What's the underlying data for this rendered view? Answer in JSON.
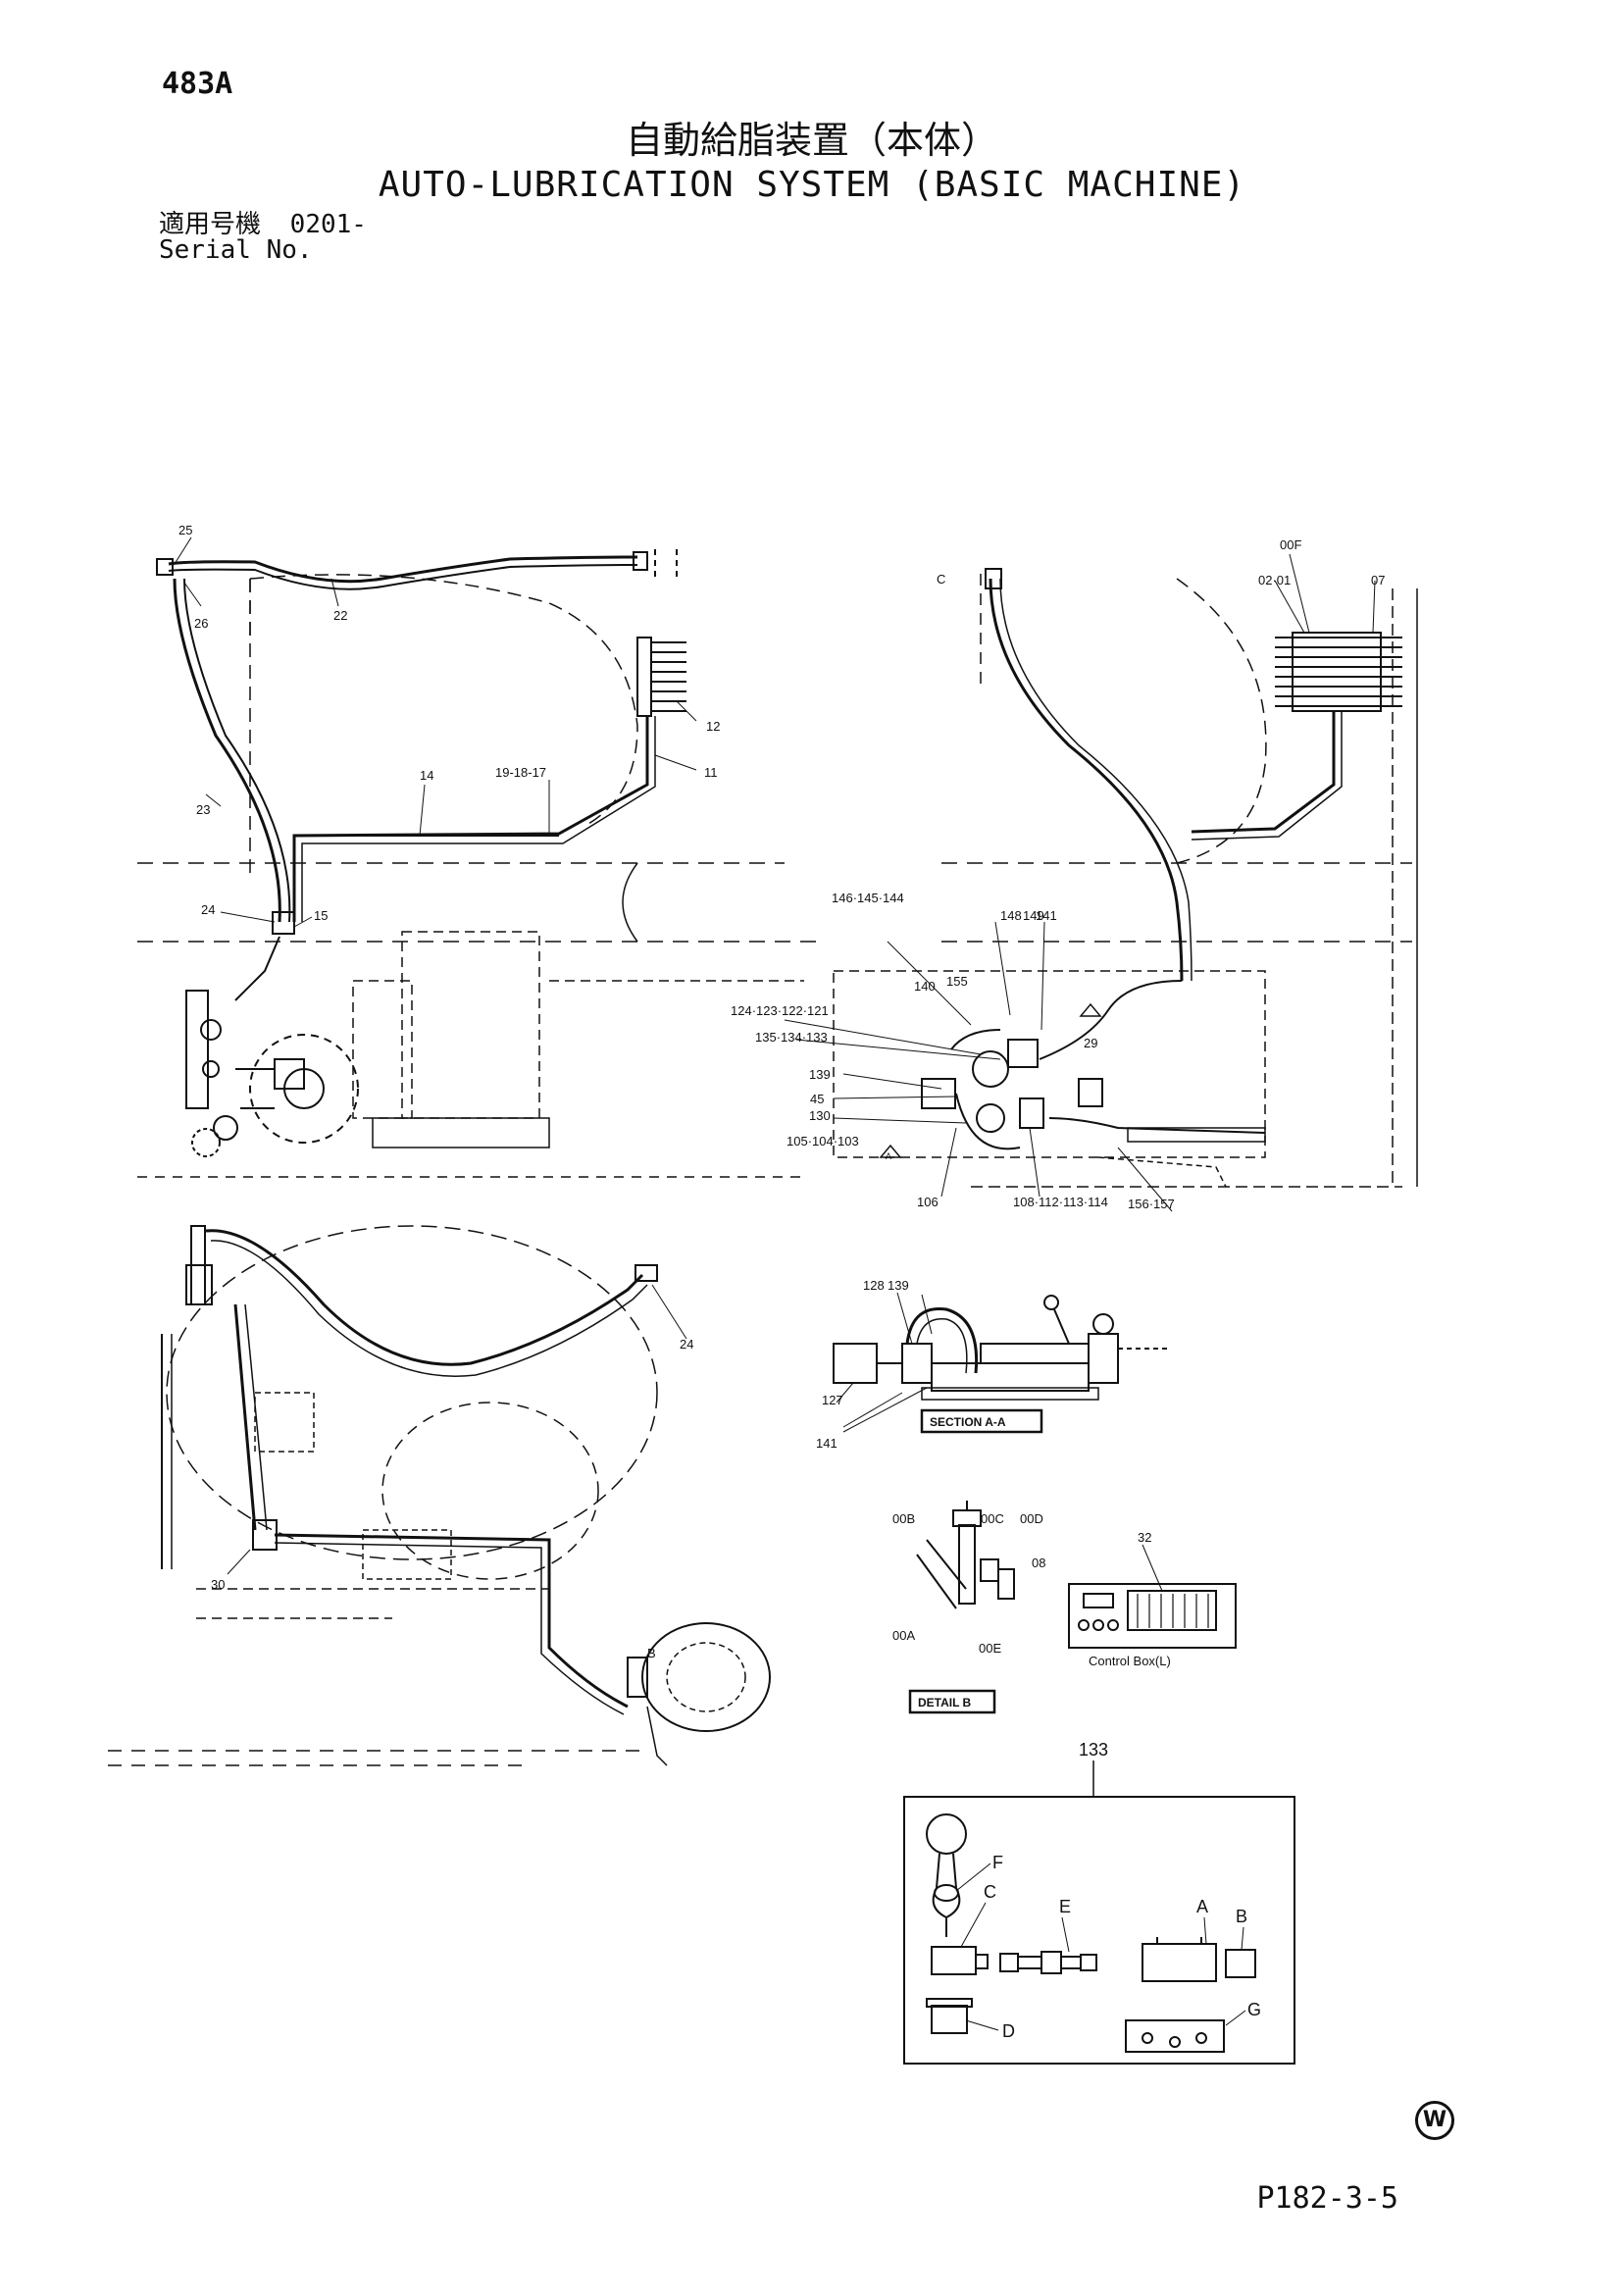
{
  "header": {
    "page_id": "483A",
    "title_jp": "自動給脂装置（本体）",
    "title_en": "AUTO-LUBRICATION SYSTEM (BASIC MACHINE)",
    "serial_label_jp": "適用号機",
    "serial_value": "0201-",
    "serial_label_en": "Serial No."
  },
  "footer": {
    "page_number": "P182-3-5",
    "watermark_symbol": "W"
  },
  "views": {
    "top_left": {
      "labels": [
        "25",
        "26",
        "22",
        "12",
        "11",
        "14",
        "19-18-17",
        "23",
        "24",
        "15"
      ]
    },
    "top_right": {
      "labels": [
        "C",
        "00F",
        "02·01",
        "07",
        "146·145·144",
        "148",
        "149",
        "141",
        "140",
        "155",
        "124·123·122·121",
        "135·134·133",
        "29",
        "139",
        "45",
        "130",
        "105·104·103",
        "106",
        "108·112·113·114",
        "156·157",
        "A"
      ]
    },
    "bottom_left": {
      "labels": [
        "24",
        "30",
        "B"
      ]
    },
    "section_aa": {
      "labels": [
        "128",
        "139",
        "127",
        "141"
      ],
      "caption": "SECTION A-A"
    },
    "detail_b": {
      "labels": [
        "00B",
        "00C",
        "00D",
        "08",
        "00A",
        "00E"
      ],
      "caption": "DETAIL B"
    },
    "control_box": {
      "labels": [
        "32"
      ],
      "caption": "Control Box(L)"
    },
    "exploded_133": {
      "ref": "133",
      "labels": [
        "F",
        "C",
        "E",
        "A",
        "B",
        "D",
        "G"
      ]
    }
  }
}
